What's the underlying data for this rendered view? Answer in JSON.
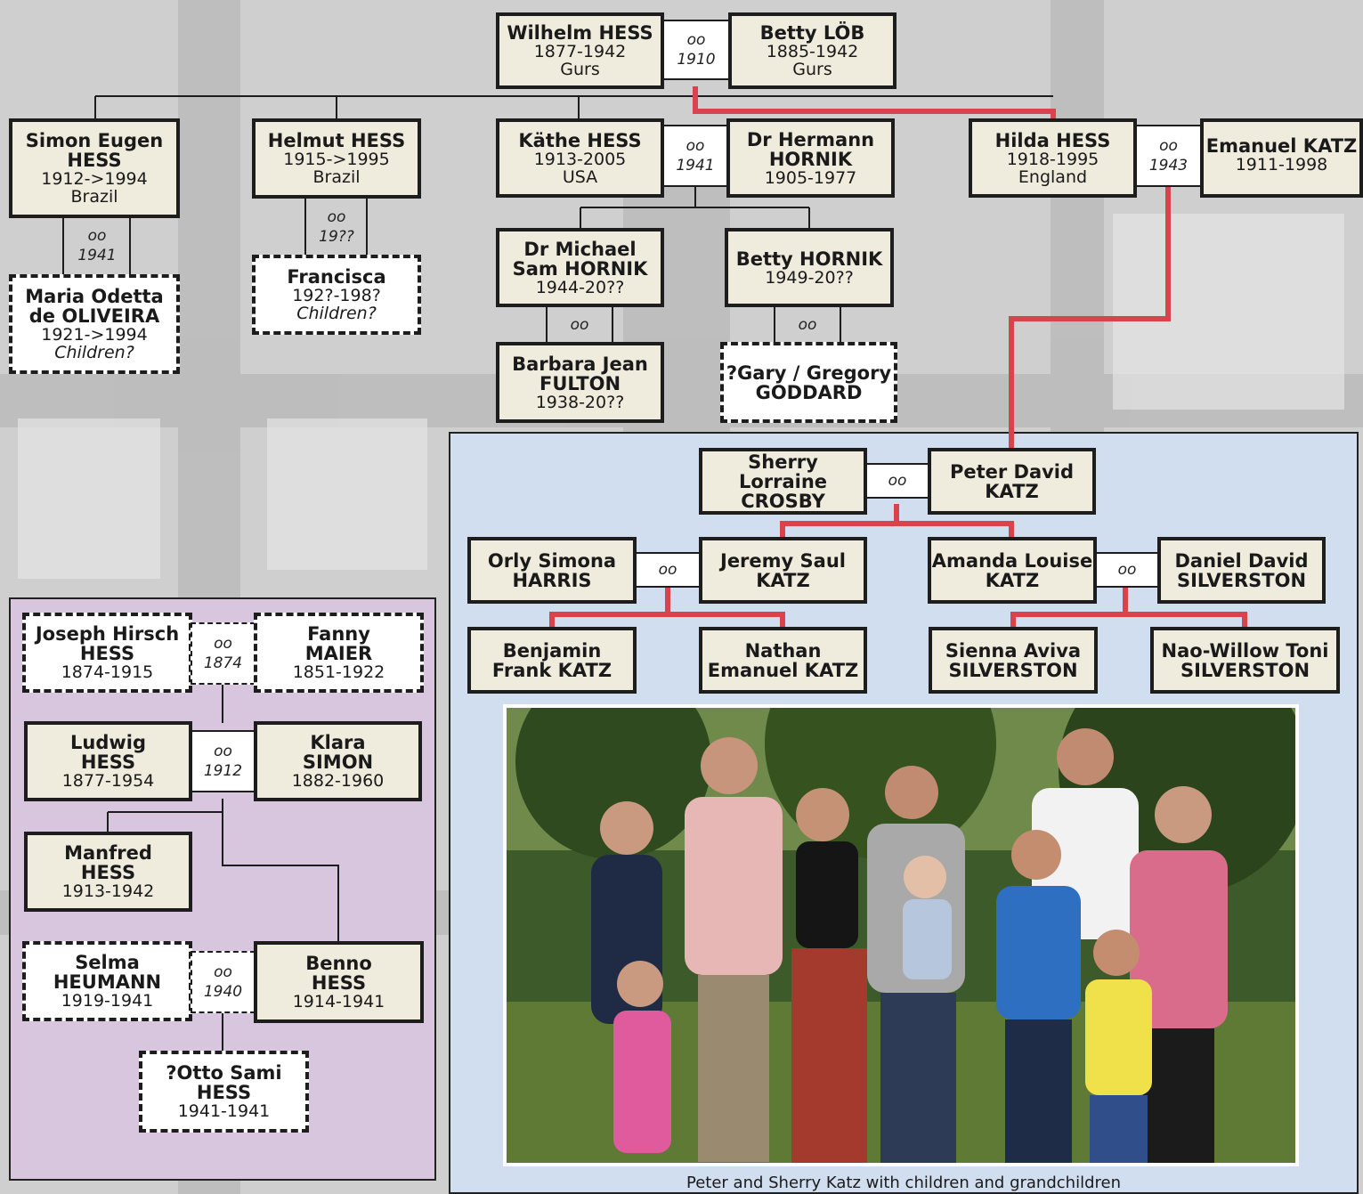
{
  "colors": {
    "line": "#1d1d1d",
    "lineage": "#d9434b",
    "box_fill": "#efebdd",
    "blue_panel": "#d1def0",
    "purple_panel": "#d8c6df"
  },
  "gen1": {
    "wilhelm": {
      "name": "Wilhelm HESS",
      "dates": "1877-1942",
      "place": "Gurs"
    },
    "marriage": {
      "symbol": "oo",
      "year": "1910"
    },
    "betty_lob": {
      "name": "Betty LÖB",
      "dates": "1885-1942",
      "place": "Gurs"
    }
  },
  "gen2": {
    "simon": {
      "name1": "Simon Eugen",
      "name2": "HESS",
      "dates": "1912->1994",
      "place": "Brazil"
    },
    "simon_marriage": {
      "symbol": "oo",
      "year": "1941"
    },
    "maria": {
      "name1": "Maria Odetta",
      "name2": "de OLIVEIRA",
      "dates": "1921->1994",
      "note": "Children?"
    },
    "helmut": {
      "name": "Helmut HESS",
      "dates": "1915->1995",
      "place": "Brazil"
    },
    "helmut_marriage": {
      "symbol": "oo",
      "year": "19??"
    },
    "francisca": {
      "name": "Francisca",
      "dates": "192?-198?",
      "note": "Children?"
    },
    "kathe": {
      "name": "Käthe HESS",
      "dates": "1913-2005",
      "place": "USA"
    },
    "kathe_marriage": {
      "symbol": "oo",
      "year": "1941"
    },
    "hermann": {
      "name1": "Dr Hermann",
      "name2": "HORNIK",
      "dates": "1905-1977"
    },
    "hilda": {
      "name": "Hilda HESS",
      "dates": "1918-1995",
      "place": "England"
    },
    "hilda_marriage": {
      "symbol": "oo",
      "year": "1943"
    },
    "emanuel": {
      "name": "Emanuel KATZ",
      "dates": "1911-1998"
    }
  },
  "hornik": {
    "michael": {
      "name1": "Dr Michael",
      "name2": "Sam HORNIK",
      "dates": "1944-20??"
    },
    "michael_marriage": {
      "symbol": "oo"
    },
    "barbara": {
      "name1": "Barbara Jean",
      "name2": "FULTON",
      "dates": "1938-20??"
    },
    "betty": {
      "name": "Betty HORNIK",
      "dates": "1949-20??"
    },
    "betty_marriage": {
      "symbol": "oo"
    },
    "gary": {
      "name1": "?Gary / Gregory",
      "name2": "GODDARD"
    }
  },
  "katz": {
    "sherry": {
      "name1": "Sherry Lorraine",
      "name2": "CROSBY"
    },
    "peter_marriage": {
      "symbol": "oo"
    },
    "peter": {
      "name1": "Peter David",
      "name2": "KATZ"
    },
    "orly": {
      "name1": "Orly Simona",
      "name2": "HARRIS"
    },
    "jeremy_marriage": {
      "symbol": "oo"
    },
    "jeremy": {
      "name1": "Jeremy Saul",
      "name2": "KATZ"
    },
    "amanda": {
      "name1": "Amanda Louise",
      "name2": "KATZ"
    },
    "amanda_marriage": {
      "symbol": "oo"
    },
    "daniel": {
      "name1": "Daniel David",
      "name2": "SILVERSTON"
    },
    "benjamin": {
      "name1": "Benjamin",
      "name2": "Frank KATZ"
    },
    "nathan": {
      "name1": "Nathan",
      "name2": "Emanuel KATZ"
    },
    "sienna": {
      "name1": "Sienna Aviva",
      "name2": "SILVERSTON"
    },
    "nao": {
      "name1": "Nao-Willow Toni",
      "name2": "SILVERSTON"
    },
    "caption": "Peter and Sherry Katz with children and grandchildren"
  },
  "ludwig_branch": {
    "joseph": {
      "name1": "Joseph Hirsch",
      "name2": "HESS",
      "dates": "1874-1915"
    },
    "joseph_marriage": {
      "symbol": "oo",
      "year": "1874"
    },
    "fanny": {
      "name1": "Fanny",
      "name2": "MAIER",
      "dates": "1851-1922"
    },
    "ludwig": {
      "name1": "Ludwig",
      "name2": "HESS",
      "dates": "1877-1954"
    },
    "ludwig_marriage": {
      "symbol": "oo",
      "year": "1912"
    },
    "klara": {
      "name1": "Klara",
      "name2": "SIMON",
      "dates": "1882-1960"
    },
    "manfred": {
      "name1": "Manfred",
      "name2": "HESS",
      "dates": "1913-1942"
    },
    "selma": {
      "name1": "Selma",
      "name2": "HEUMANN",
      "dates": "1919-1941"
    },
    "selma_marriage": {
      "symbol": "oo",
      "year": "1940"
    },
    "benno": {
      "name1": "Benno",
      "name2": "HESS",
      "dates": "1914-1941"
    },
    "otto": {
      "name1": "?Otto Sami",
      "name2": "HESS",
      "dates": "1941-1941"
    }
  }
}
